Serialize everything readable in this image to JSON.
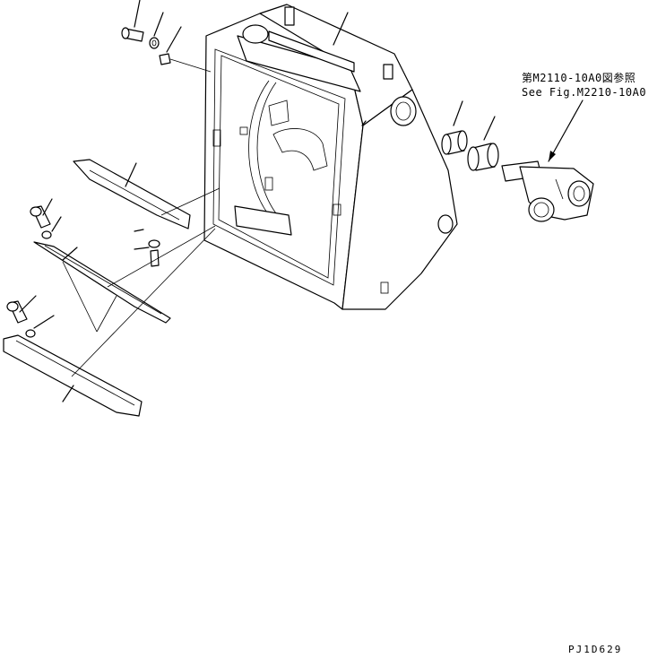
{
  "reference_note": {
    "line_ja": "第M2110-10A0図参照",
    "line_en": "See Fig.M2210-10A0"
  },
  "drawing_code": "PJ1D629"
}
